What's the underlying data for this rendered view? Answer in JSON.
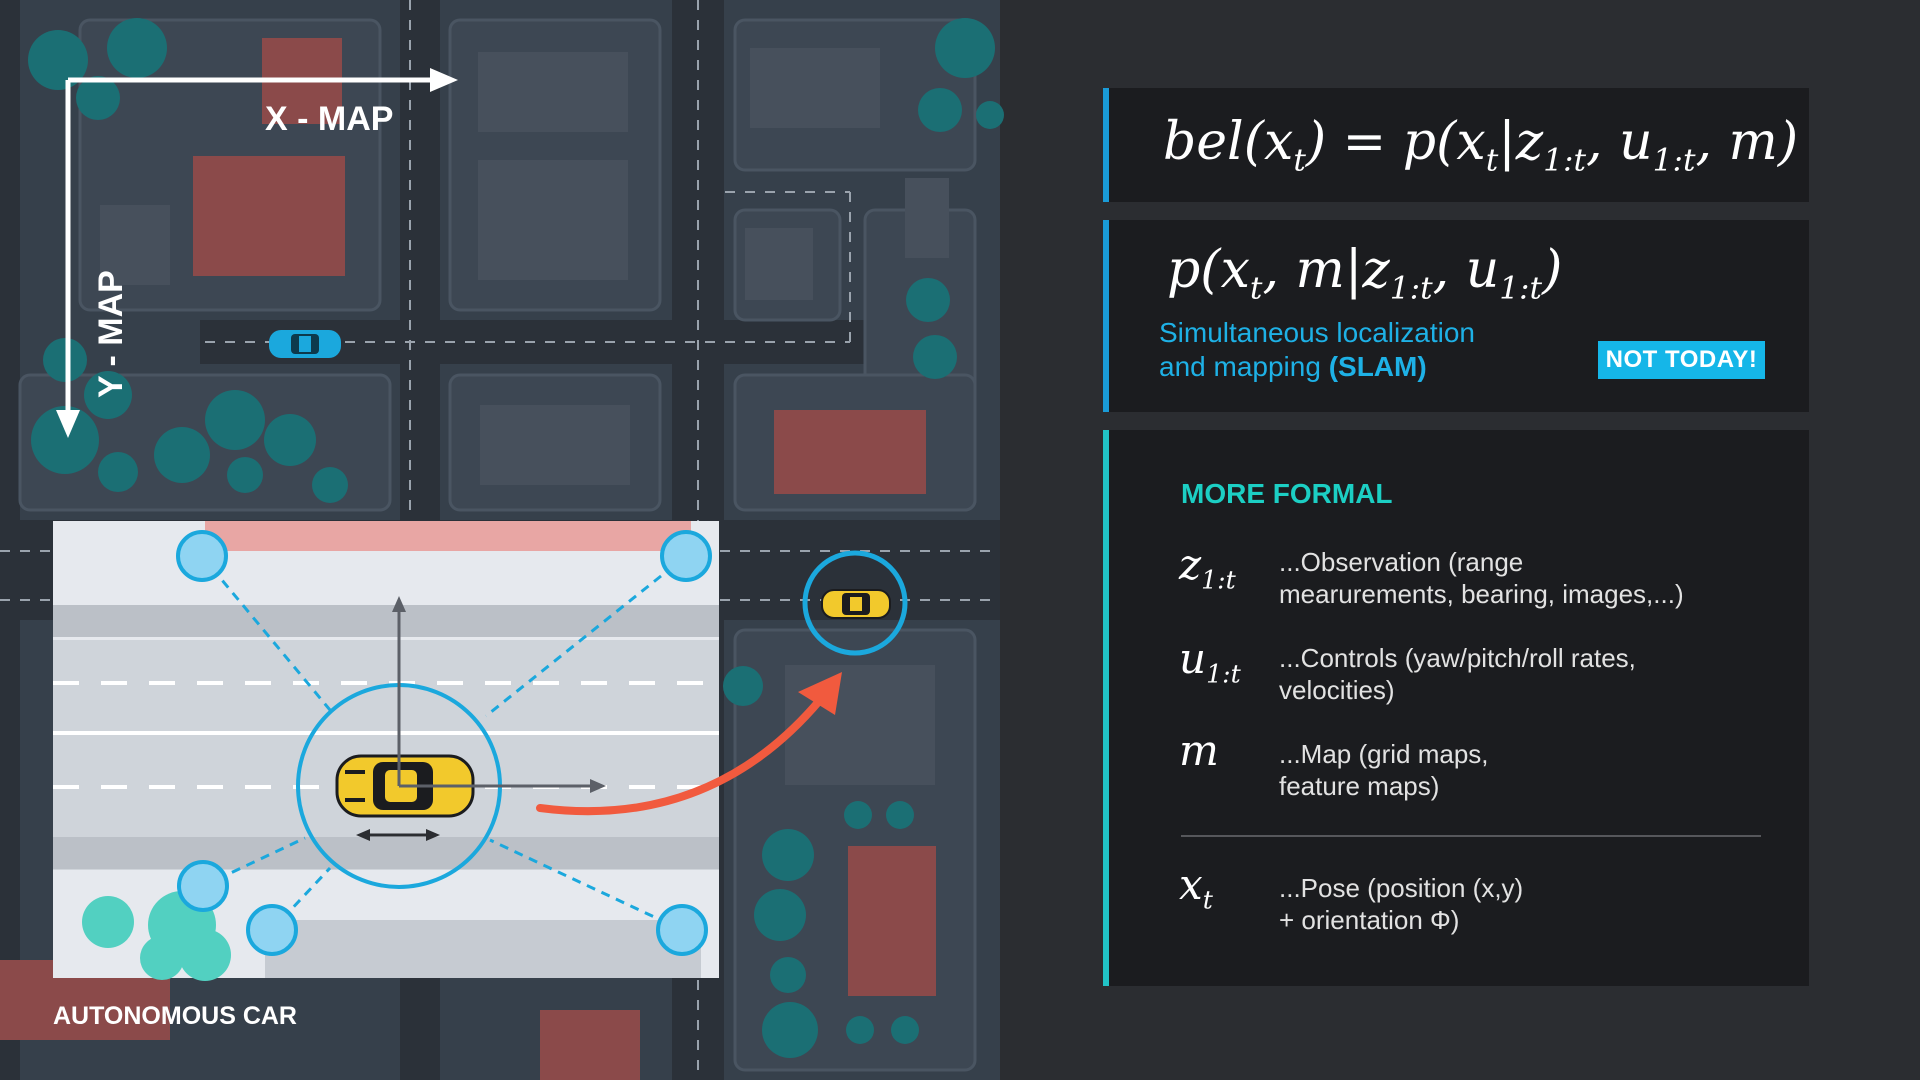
{
  "diagram": {
    "x_axis_label": "X - MAP",
    "y_axis_label": "Y - MAP",
    "caption": "AUTONOMOUS CAR"
  },
  "belief_panel": {
    "formula": {
      "lhs": "bel(x",
      "lhs_sub": "t",
      "eq": ") = p(x",
      "sub1": "t",
      "bar": "|z",
      "sub2": "1:t",
      "mid": ", u",
      "sub3": "1:t",
      "tail": ", m)"
    }
  },
  "slam_panel": {
    "formula": {
      "a": "p(x",
      "a_sub": "t",
      "b": ", m|z",
      "b_sub": "1:t",
      "c": ", u",
      "c_sub": "1:t",
      "d": ")"
    },
    "text_line1": "Simultaneous localization",
    "text_line2_plain": "and mapping ",
    "text_line2_bold": "(SLAM)",
    "badge": "NOT TODAY!"
  },
  "formal_panel": {
    "title": "MORE FORMAL",
    "definitions": [
      {
        "sym": "z",
        "sub": "1:t",
        "line1": "...Observation (range",
        "line2": "mearurements, bearing, images,...)"
      },
      {
        "sym": "u",
        "sub": "1:t",
        "line1": "...Controls (yaw/pitch/roll rates,",
        "line2": "velocities)"
      },
      {
        "sym": "m",
        "sub": "",
        "line1": "...Map (grid maps,",
        "line2": " feature maps)"
      },
      {
        "sym": "x",
        "sub": "t",
        "line1": "...Pose (position (x,y)",
        "line2": "+ orientation Φ)"
      }
    ]
  },
  "colors": {
    "accent_blue": "#1a9bd7",
    "accent_teal": "#21c3c6",
    "arrow_red": "#f15a3e",
    "car_yellow": "#f2c92c",
    "building_red": "#8b4a4a"
  }
}
